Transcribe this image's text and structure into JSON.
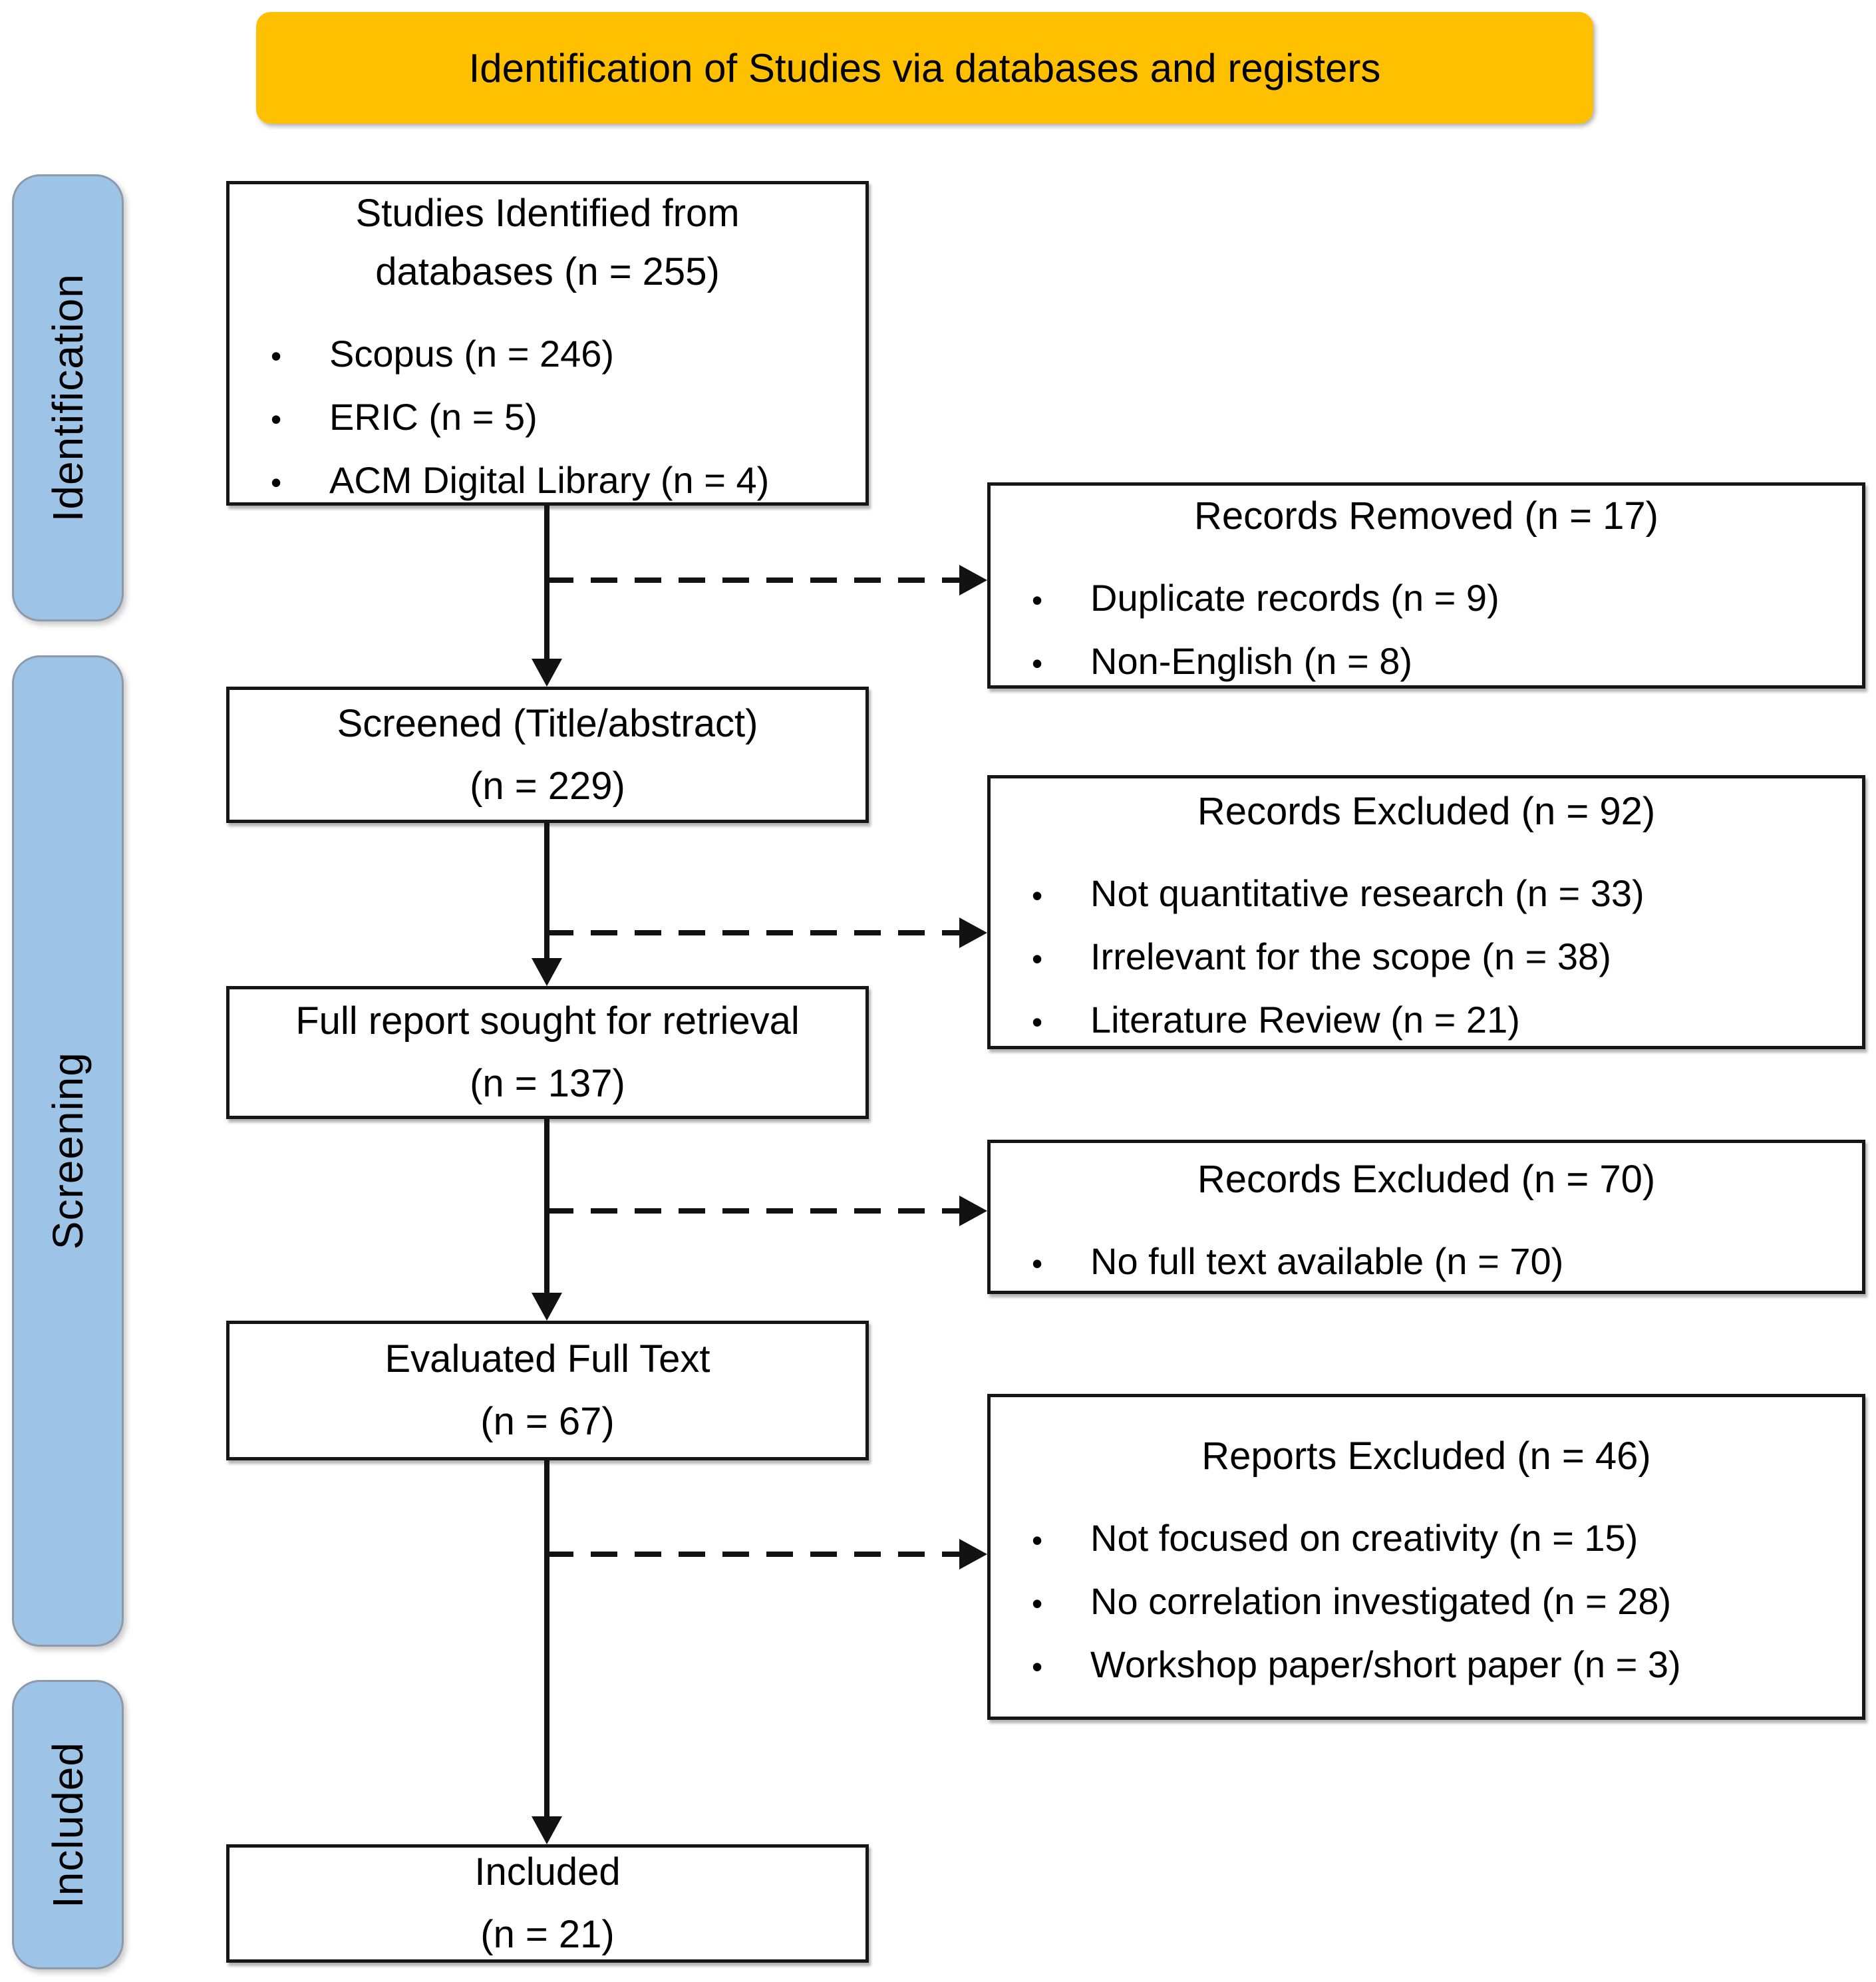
{
  "banner": {
    "label": "Identification of Studies via databases and registers"
  },
  "stage_labels": [
    {
      "label": "Identification"
    },
    {
      "label": "Screening"
    },
    {
      "label": "Included"
    }
  ],
  "flow_boxes": [
    {
      "lines": [
        "Studies Identified from",
        "databases (n = 255)"
      ],
      "bullets": [
        "Scopus (n = 246)",
        "ERIC (n = 5)",
        "ACM Digital Library (n = 4)"
      ]
    },
    {
      "lines": [
        "Screened (Title/abstract)",
        "(n = 229)"
      ]
    },
    {
      "lines": [
        "Full report sought for retrieval",
        "(n = 137)"
      ]
    },
    {
      "lines": [
        "Evaluated Full Text",
        "(n = 67)"
      ]
    },
    {
      "lines": [
        "Included",
        "(n = 21)"
      ]
    }
  ],
  "exclusion_boxes": [
    {
      "title": "Records Removed (n = 17)",
      "bullets": [
        "Duplicate records (n = 9)",
        "Non-English (n = 8)"
      ]
    },
    {
      "title": "Records Excluded (n = 92)",
      "bullets": [
        "Not quantitative research (n = 33)",
        "Irrelevant for the scope (n = 38)",
        "Literature Review (n = 21)"
      ]
    },
    {
      "title": "Records Excluded (n = 70)",
      "bullets": [
        "No full text available (n = 70)"
      ]
    },
    {
      "title": "Reports Excluded (n = 46)",
      "bullets": [
        "Not focused on creativity (n = 15)",
        "No correlation investigated (n = 28)",
        "Workshop paper/short paper (n = 3)"
      ]
    }
  ],
  "bullet_glyph": "•",
  "colors": {
    "banner_bg": "#FFC000",
    "stage_bg": "#9DC3E6",
    "box_bg": "#FFFFFF",
    "box_border": "#161616",
    "arrow": "#121212",
    "text": "#000000"
  }
}
